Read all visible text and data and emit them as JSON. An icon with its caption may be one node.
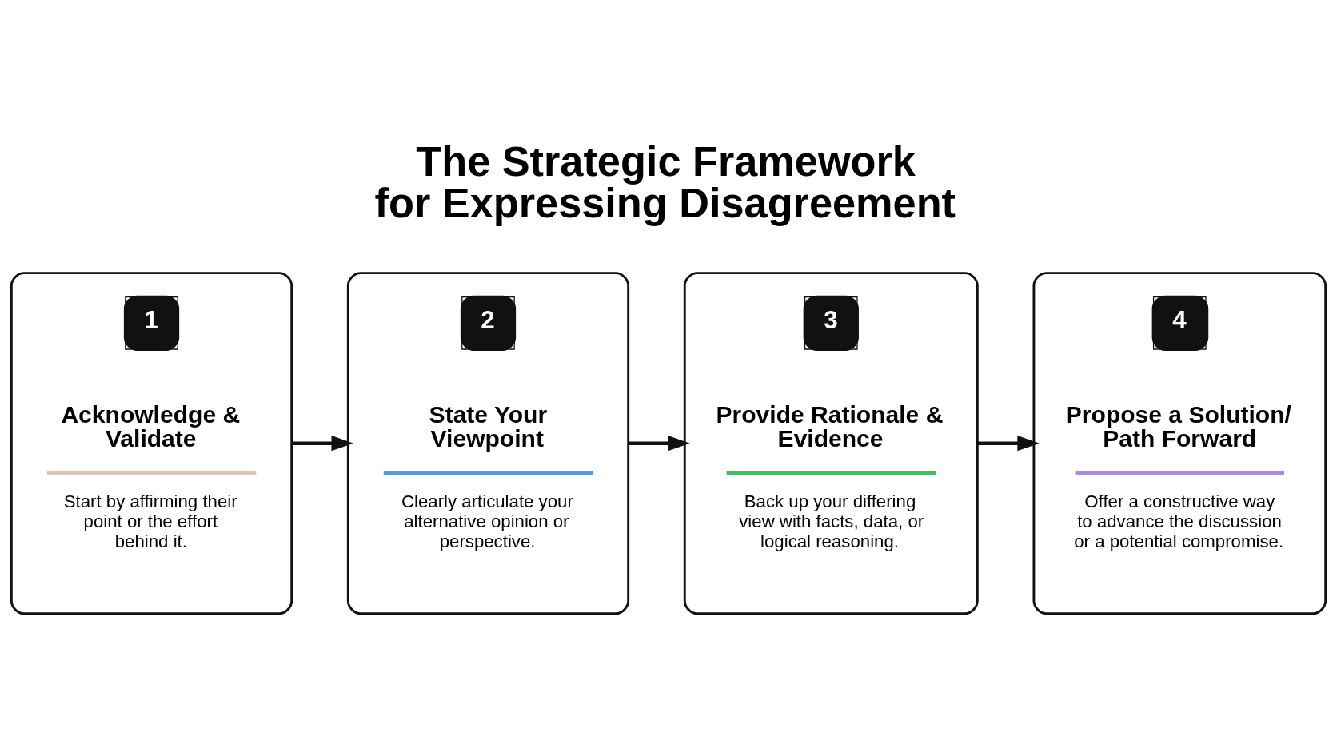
{
  "diagram": {
    "title": "The Strategic Framework for Expressing Disagreement",
    "nodes": [
      {
        "text": [
          "1",
          "Acknowledge & Validate",
          "Start by affirming their point or the effort behind it."
        ]
      },
      {
        "text": [
          "2",
          "State Your Viewpoint",
          "Clearly articulate your alternative opinion or perspective."
        ]
      },
      {
        "text": [
          "3",
          "Provide Rationale & Evidence",
          "Back up your differing view with facts, data, or logical reasoning."
        ]
      },
      {
        "text": [
          "4",
          "Propose a Solution/ Path Forward",
          "Offer a constructive way to advance the discussion or a potential compromise."
        ]
      }
    ],
    "edges": [
      {
        "from": 0,
        "to": 1,
        "arrow": "to"
      },
      {
        "from": 1,
        "to": 2,
        "arrow": "to"
      },
      {
        "from": 2,
        "to": 3,
        "arrow": "to"
      }
    ]
  }
}
